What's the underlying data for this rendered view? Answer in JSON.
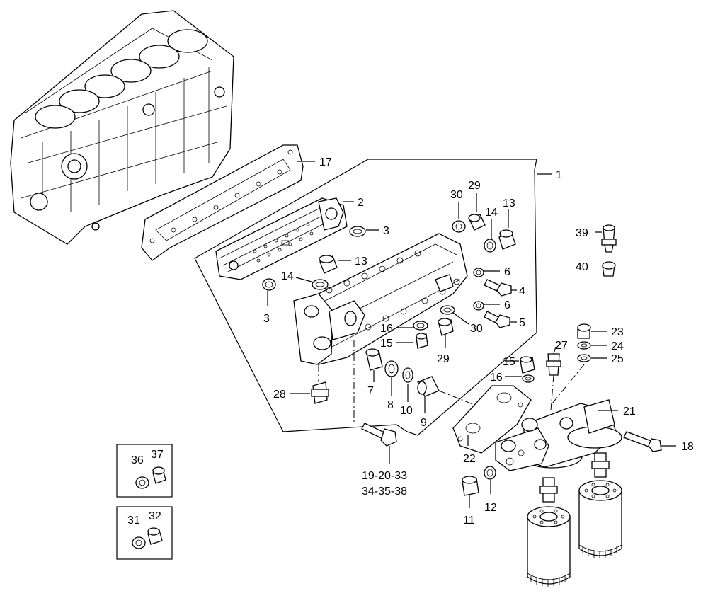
{
  "callouts": {
    "c1": "1",
    "c2": "2",
    "c3a": "3",
    "c3b": "3",
    "c4": "4",
    "c5": "5",
    "c6a": "6",
    "c6b": "6",
    "c7": "7",
    "c8": "8",
    "c9": "9",
    "c10": "10",
    "c11": "11",
    "c12": "12",
    "c13a": "13",
    "c13b": "13",
    "c14a": "14",
    "c14b": "14",
    "c15a": "15",
    "c15b": "15",
    "c16a": "16",
    "c16b": "16",
    "c17": "17",
    "c18": "18",
    "c21": "21",
    "c22": "22",
    "c23": "23",
    "c24": "24",
    "c25": "25",
    "c27": "27",
    "c28": "28",
    "c29a": "29",
    "c29b": "29",
    "c30a": "30",
    "c30b": "30",
    "c31": "31",
    "c32": "32",
    "c36": "36",
    "c37": "37",
    "c39": "39",
    "c40": "40",
    "bolt_line1": "19-20-33",
    "bolt_line2": "34-35-38"
  },
  "colors": {
    "line": "#000000",
    "background": "#ffffff",
    "shade": "#e6e6e6"
  }
}
